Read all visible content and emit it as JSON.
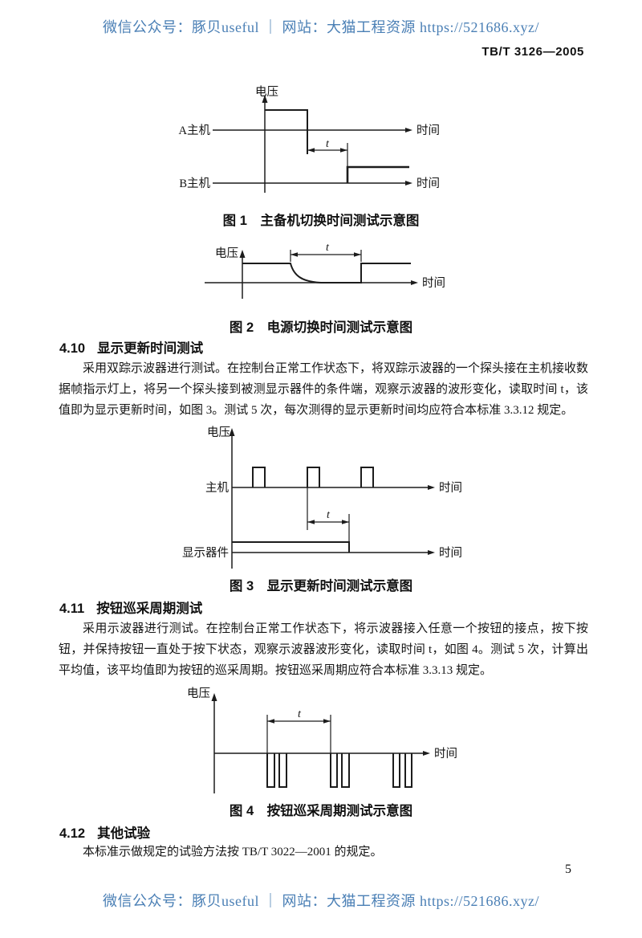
{
  "page": {
    "watermark_header": "微信公众号：豚贝useful ｜ 网站：大猫工程资源 https://521686.xyz/",
    "watermark_footer": "微信公众号：豚贝useful ｜ 网站：大猫工程资源 https://521686.xyz/",
    "standard_code": "TB/T 3126—2005",
    "page_number": "5",
    "watermark_color": "#4a7fb5"
  },
  "figures": [
    {
      "caption": "图 1　主备机切换时间测试示意图",
      "y_axis": "电压",
      "x_axis": "时间",
      "labels": {
        "row_a": "A主机",
        "row_b": "B主机",
        "t": "t"
      }
    },
    {
      "caption": "图 2　电源切换时间测试示意图",
      "y_axis": "电压",
      "x_axis": "时间",
      "labels": {
        "t": "t"
      }
    },
    {
      "caption": "图 3　显示更新时间测试示意图",
      "y_axis": "电压",
      "x_axis": "时间",
      "labels": {
        "row1": "主机",
        "row2": "显示器件",
        "t": "t"
      }
    },
    {
      "caption": "图 4　按钮巡采周期测试示意图",
      "y_axis": "电压",
      "x_axis": "时间",
      "labels": {
        "t": "t"
      }
    }
  ],
  "sections": [
    {
      "number": "4.10",
      "title": "显示更新时间测试",
      "body": "采用双踪示波器进行测试。在控制台正常工作状态下，将双踪示波器的一个探头接在主机接收数据帧指示灯上，将另一个探头接到被测显示器件的条件端，观察示波器的波形变化，读取时间 t，该值即为显示更新时间，如图 3。测试 5 次，每次测得的显示更新时间均应符合本标准 3.3.12 规定。"
    },
    {
      "number": "4.11",
      "title": "按钮巡采周期测试",
      "body": "采用示波器进行测试。在控制台正常工作状态下，将示波器接入任意一个按钮的接点，按下按钮，并保持按钮一直处于按下状态，观察示波器波形变化，读取时间 t，如图 4。测试 5 次，计算出平均值，该平均值即为按钮的巡采周期。按钮巡采周期应符合本标准 3.3.13 规定。"
    },
    {
      "number": "4.12",
      "title": "其他试验",
      "body": "本标准示做规定的试验方法按 TB/T 3022—2001 的规定。"
    }
  ]
}
